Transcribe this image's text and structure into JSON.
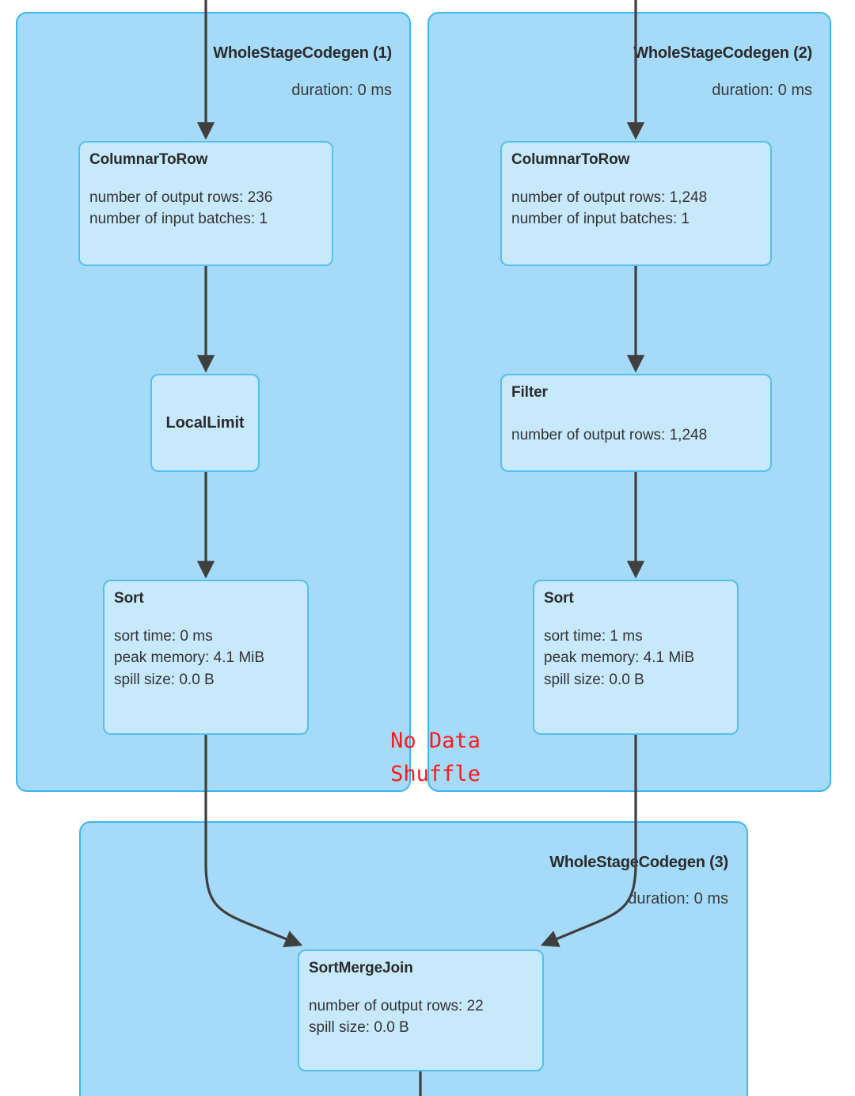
{
  "diagram": {
    "kind": "spark-sql-query-plan",
    "annotation": {
      "text": "No Data\nShuffle",
      "color": "#ff1a1a"
    },
    "colors": {
      "stage_fill": "#a5dbf8",
      "stage_border": "#3ab6f0",
      "node_fill": "#c7e9fb",
      "node_border": "#53c0f0",
      "edge": "#3f3f3f",
      "text": "#2b2b2b",
      "annotation": "#ff1a1a"
    },
    "stages": [
      {
        "id": "wsc1",
        "title": "WholeStageCodegen (1)",
        "duration": "duration: 0 ms",
        "nodes": [
          {
            "id": "columnar-to-row-1",
            "title": "ColumnarToRow",
            "metrics": [
              "number of output rows: 236",
              "number of input batches: 1"
            ]
          },
          {
            "id": "local-limit",
            "title": "LocalLimit",
            "metrics": []
          },
          {
            "id": "sort-1",
            "title": "Sort",
            "metrics": [
              "sort time: 0 ms",
              "peak memory: 4.1 MiB",
              "spill size: 0.0 B"
            ]
          }
        ]
      },
      {
        "id": "wsc2",
        "title": "WholeStageCodegen (2)",
        "duration": "duration: 0 ms",
        "nodes": [
          {
            "id": "columnar-to-row-2",
            "title": "ColumnarToRow",
            "metrics": [
              "number of output rows: 1,248",
              "number of input batches: 1"
            ]
          },
          {
            "id": "filter",
            "title": "Filter",
            "metrics": [
              "number of output rows: 1,248"
            ]
          },
          {
            "id": "sort-2",
            "title": "Sort",
            "metrics": [
              "sort time: 1 ms",
              "peak memory: 4.1 MiB",
              "spill size: 0.0 B"
            ]
          }
        ]
      },
      {
        "id": "wsc3",
        "title": "WholeStageCodegen (3)",
        "duration": "duration: 0 ms",
        "nodes": [
          {
            "id": "sort-merge-join",
            "title": "SortMergeJoin",
            "metrics": [
              "number of output rows: 22",
              "spill size: 0.0 B"
            ]
          }
        ]
      }
    ]
  }
}
